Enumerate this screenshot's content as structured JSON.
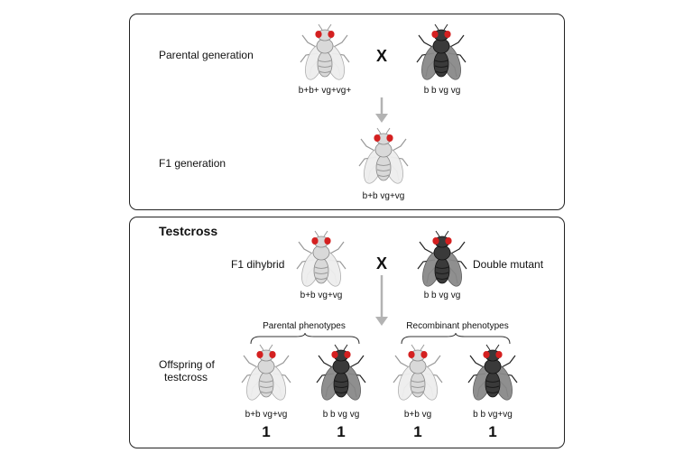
{
  "parental": {
    "label": "Parental generation",
    "cross_symbol": "X",
    "left_genotype": "b+b+ vg+vg+",
    "right_genotype": "b b vg vg"
  },
  "f1": {
    "label": "F1 generation",
    "genotype": "b+b vg+vg"
  },
  "testcross": {
    "title": "Testcross",
    "left_label": "F1 dihybrid",
    "right_label": "Double mutant",
    "cross_symbol": "X",
    "left_genotype": "b+b vg+vg",
    "right_genotype": "b b vg vg"
  },
  "offspring": {
    "label_line1": "Offspring of",
    "label_line2": "testcross",
    "parental_phenotypes": "Parental phenotypes",
    "recombinant_phenotypes": "Recombinant phenotypes",
    "items": [
      {
        "genotype": "b+b vg+vg",
        "count": "1"
      },
      {
        "genotype": "b b vg vg",
        "count": "1"
      },
      {
        "genotype": "b+b vg",
        "count": "1"
      },
      {
        "genotype": "b b vg+vg",
        "count": "1"
      }
    ]
  },
  "colors": {
    "wild_body": "#d9d9d9",
    "mutant_body": "#3a3a3a",
    "eye_red": "#d42020",
    "arrow": "#b3b3b3"
  }
}
